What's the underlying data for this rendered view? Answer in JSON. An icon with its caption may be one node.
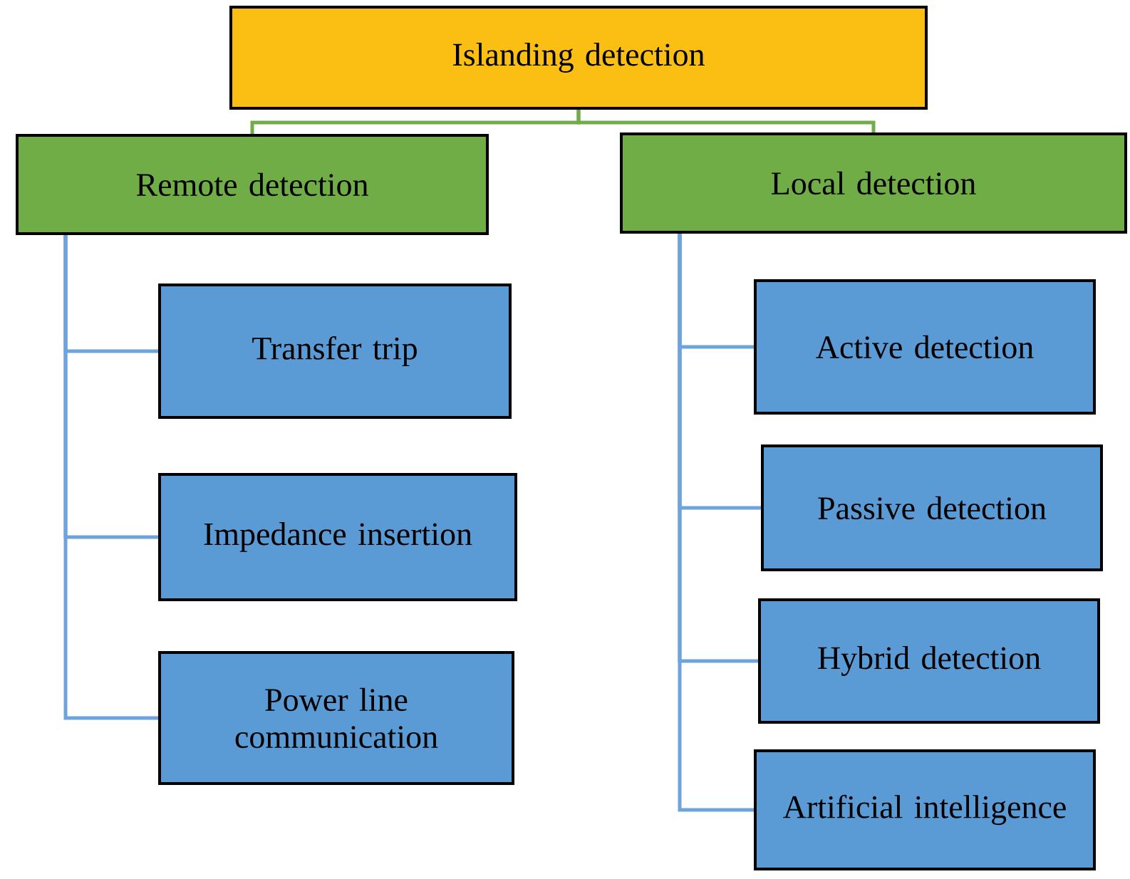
{
  "diagram": {
    "nodes": [
      {
        "text": [
          "Islanding detection"
        ]
      },
      {
        "text": [
          "Remote detection"
        ]
      },
      {
        "text": [
          "Local detection"
        ]
      },
      {
        "text": [
          "Transfer trip"
        ]
      },
      {
        "text": [
          "Impedance insertion"
        ]
      },
      {
        "text": [
          "Power line communication"
        ]
      },
      {
        "text": [
          "Active detection"
        ]
      },
      {
        "text": [
          "Passive detection"
        ]
      },
      {
        "text": [
          "Hybrid detection"
        ]
      },
      {
        "text": [
          "Artificial intelligence"
        ]
      }
    ],
    "edges": [
      {
        "from": 0,
        "to": 1,
        "arrow": "none",
        "color": "#70ad47"
      },
      {
        "from": 0,
        "to": 2,
        "arrow": "none",
        "color": "#70ad47"
      },
      {
        "from": 1,
        "to": 3,
        "arrow": "none"
      },
      {
        "from": 1,
        "to": 4,
        "arrow": "none"
      },
      {
        "from": 1,
        "to": 5,
        "arrow": "none"
      },
      {
        "from": 2,
        "to": 6,
        "arrow": "none"
      },
      {
        "from": 2,
        "to": 7,
        "arrow": "none"
      },
      {
        "from": 2,
        "to": 8,
        "arrow": "none"
      },
      {
        "from": 2,
        "to": 9,
        "arrow": "none"
      }
    ]
  }
}
